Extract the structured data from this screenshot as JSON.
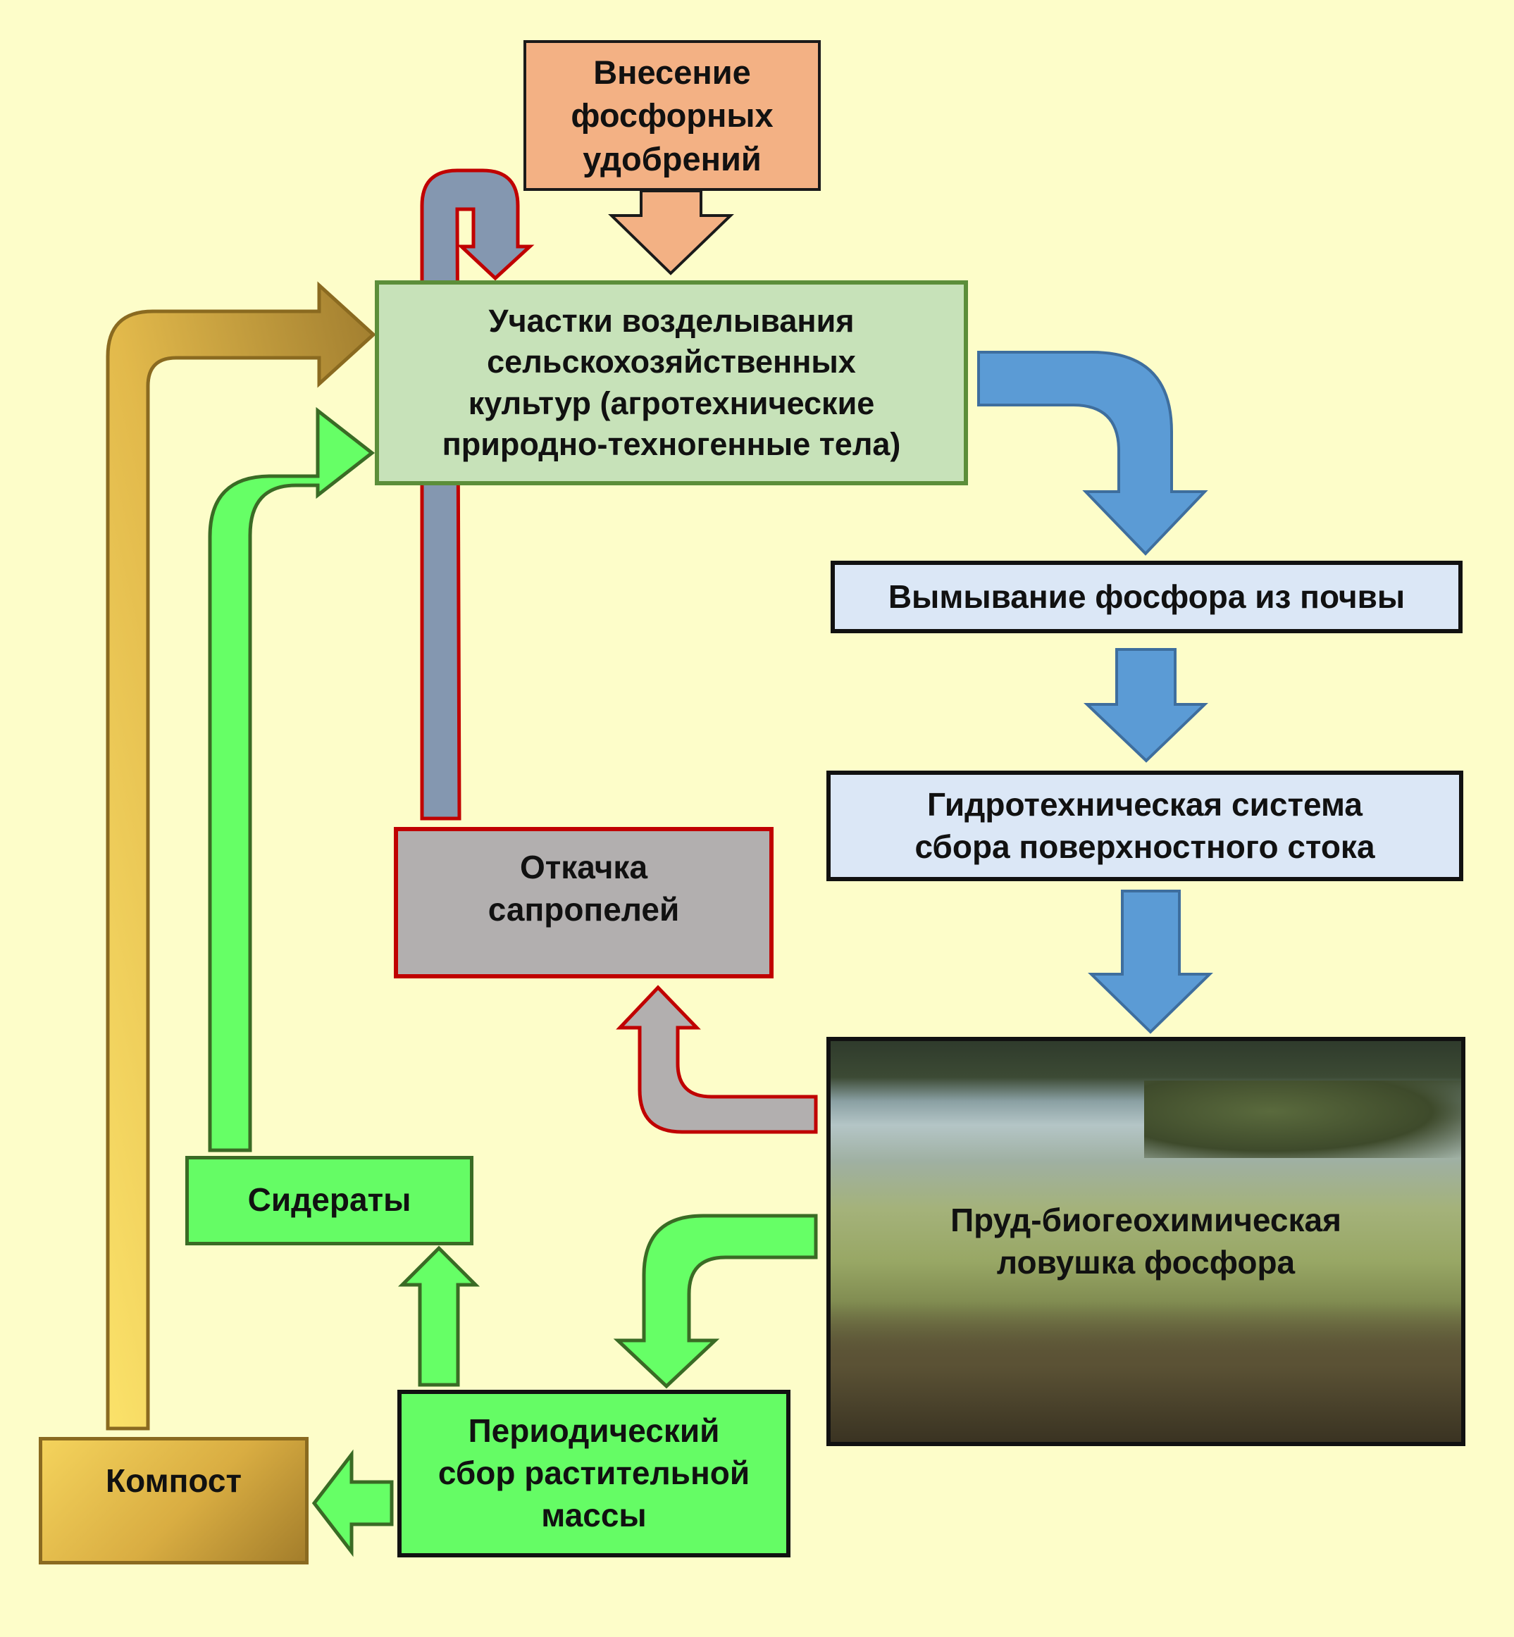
{
  "nodes": {
    "fertilizer": "Внесение\nфосфорных\nудобрений",
    "fields": "Участки возделывания\nсельскохозяйственных\nкультур (агротехнические\nприродно-техногенные тела)",
    "leaching": "Вымывание фосфора из почвы",
    "hydro": "Гидротехническая система\nсбора поверхностного стока",
    "sapropel": "Откачка\nсапропелей",
    "pond": "Пруд-биогеохимическая\nловушка фосфора",
    "siderates": "Сидераты",
    "harvest": "Периодический\nсбор растительной\nмассы",
    "compost": "Компост"
  },
  "colors": {
    "background": "#fdfdc9",
    "blue_arrow": "#5b9bd5",
    "green_arrow": "#66ff66",
    "gray_arrow": "#8497b0",
    "red_outline": "#c00000",
    "gold_arrow": "#d5a83c"
  }
}
